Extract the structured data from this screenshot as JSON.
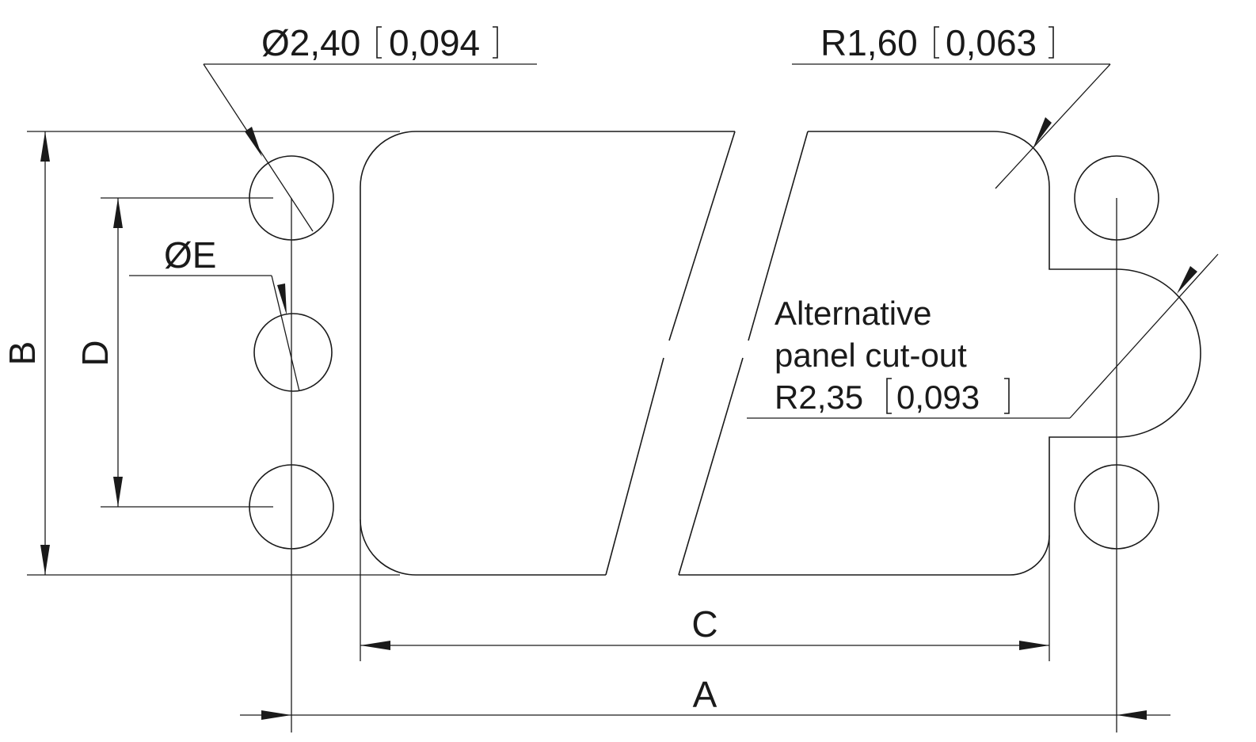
{
  "callouts": {
    "hole_diameter": {
      "symbol": "Ø",
      "value": "2,40",
      "alt_value": "0,094"
    },
    "corner_radius": {
      "value": "R1,60",
      "alt_value": "0,063"
    },
    "hole_e": {
      "symbol": "Ø",
      "label": "E"
    },
    "alternative": {
      "line1": "Alternative",
      "line2": "panel cut-out",
      "value": "R2,35",
      "alt_value": "0,093"
    }
  },
  "dimensions": {
    "a": "A",
    "b": "B",
    "c": "C",
    "d": "D"
  },
  "colors": {
    "line": "#1a1a1a",
    "background": "#ffffff"
  }
}
